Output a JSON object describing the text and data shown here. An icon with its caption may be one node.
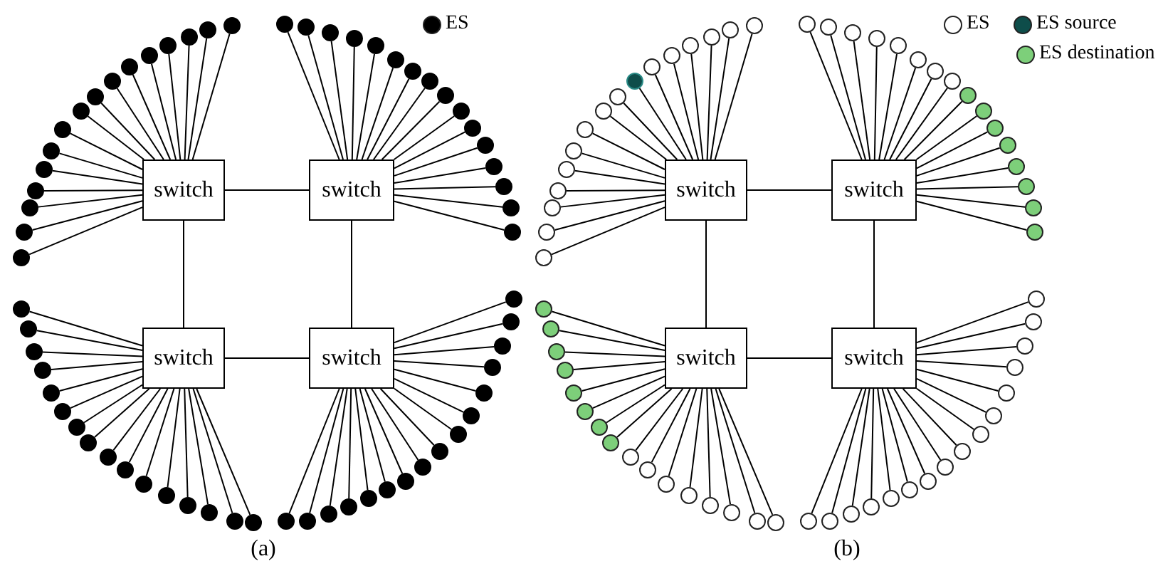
{
  "diagram": {
    "nodes": [
      {
        "text": [
          "switch"
        ]
      },
      {
        "text": [
          "switch"
        ]
      },
      {
        "text": [
          "switch"
        ]
      },
      {
        "text": [
          "switch"
        ]
      },
      {
        "text": [],
        "shape": "circle"
      },
      {
        "text": [],
        "shape": "circle"
      },
      {
        "text": [],
        "shape": "circle"
      },
      {
        "text": [],
        "shape": "circle"
      },
      {
        "text": [],
        "shape": "circle"
      },
      {
        "text": [],
        "shape": "circle"
      },
      {
        "text": [],
        "shape": "circle"
      },
      {
        "text": [],
        "shape": "circle"
      },
      {
        "text": [],
        "shape": "circle"
      },
      {
        "text": [],
        "shape": "circle"
      },
      {
        "text": [],
        "shape": "circle"
      },
      {
        "text": [],
        "shape": "circle"
      },
      {
        "text": [],
        "shape": "circle"
      },
      {
        "text": [],
        "shape": "circle"
      },
      {
        "text": [],
        "shape": "circle"
      },
      {
        "text": [],
        "shape": "circle"
      },
      {
        "text": [],
        "shape": "circle"
      },
      {
        "text": [],
        "shape": "circle"
      },
      {
        "text": [],
        "shape": "circle"
      },
      {
        "text": [],
        "shape": "circle"
      },
      {
        "text": [],
        "shape": "circle"
      },
      {
        "text": [],
        "shape": "circle"
      },
      {
        "text": [],
        "shape": "circle"
      },
      {
        "text": [],
        "shape": "circle"
      },
      {
        "text": [],
        "shape": "circle"
      },
      {
        "text": [],
        "shape": "circle"
      },
      {
        "text": [],
        "shape": "circle"
      },
      {
        "text": [],
        "shape": "circle"
      },
      {
        "text": [],
        "shape": "circle"
      },
      {
        "text": [],
        "shape": "circle"
      },
      {
        "text": [],
        "shape": "circle"
      },
      {
        "text": [],
        "shape": "circle"
      },
      {
        "text": [],
        "shape": "circle"
      },
      {
        "text": [],
        "shape": "circle"
      },
      {
        "text": [],
        "shape": "circle"
      },
      {
        "text": [],
        "shape": "circle"
      },
      {
        "text": [],
        "shape": "circle"
      },
      {
        "text": [],
        "shape": "circle"
      },
      {
        "text": [],
        "shape": "circle"
      },
      {
        "text": [],
        "shape": "circle"
      },
      {
        "text": [],
        "shape": "circle"
      },
      {
        "text": [],
        "shape": "circle"
      },
      {
        "text": [],
        "shape": "circle"
      },
      {
        "text": [],
        "shape": "circle"
      },
      {
        "text": [],
        "shape": "circle"
      },
      {
        "text": [],
        "shape": "circle"
      },
      {
        "text": [],
        "shape": "circle"
      },
      {
        "text": [],
        "shape": "circle"
      },
      {
        "text": [],
        "shape": "circle"
      },
      {
        "text": [],
        "shape": "circle"
      },
      {
        "text": [],
        "shape": "circle"
      },
      {
        "text": [],
        "shape": "circle"
      },
      {
        "text": [],
        "shape": "circle"
      },
      {
        "text": [],
        "shape": "circle"
      },
      {
        "text": [],
        "shape": "circle"
      },
      {
        "text": [],
        "shape": "circle"
      },
      {
        "text": [],
        "shape": "circle"
      },
      {
        "text": [],
        "shape": "circle"
      },
      {
        "text": [],
        "shape": "circle"
      },
      {
        "text": [],
        "shape": "circle"
      },
      {
        "text": [],
        "shape": "circle"
      },
      {
        "text": [],
        "shape": "circle"
      },
      {
        "text": [],
        "shape": "circle"
      },
      {
        "text": [],
        "shape": "circle"
      },
      {
        "text": [
          "switch"
        ]
      },
      {
        "text": [
          "switch"
        ]
      },
      {
        "text": [
          "switch"
        ]
      },
      {
        "text": [
          "switch"
        ]
      },
      {
        "text": [],
        "shape": "circle"
      },
      {
        "text": [],
        "shape": "circle"
      },
      {
        "text": [],
        "shape": "circle"
      },
      {
        "text": [],
        "shape": "circle"
      },
      {
        "text": [],
        "shape": "circle"
      },
      {
        "text": [],
        "shape": "circle"
      },
      {
        "text": [],
        "shape": "circle"
      },
      {
        "text": [],
        "shape": "circle"
      },
      {
        "text": [],
        "shape": "circle"
      },
      {
        "text": [],
        "shape": "circle"
      },
      {
        "text": [],
        "shape": "circle"
      },
      {
        "text": [],
        "shape": "circle"
      },
      {
        "text": [],
        "shape": "circle"
      },
      {
        "text": [],
        "shape": "circle"
      },
      {
        "text": [],
        "shape": "circle"
      },
      {
        "text": [],
        "shape": "circle"
      },
      {
        "text": [],
        "shape": "circle"
      },
      {
        "text": [],
        "shape": "circle"
      },
      {
        "text": [],
        "shape": "circle"
      },
      {
        "text": [],
        "shape": "circle"
      },
      {
        "text": [],
        "shape": "circle"
      },
      {
        "text": [],
        "shape": "circle"
      },
      {
        "text": [],
        "shape": "circle"
      },
      {
        "text": [],
        "shape": "circle"
      },
      {
        "text": [],
        "shape": "circle"
      },
      {
        "text": [],
        "shape": "circle"
      },
      {
        "text": [],
        "shape": "circle"
      },
      {
        "text": [],
        "shape": "circle"
      },
      {
        "text": [],
        "shape": "circle"
      },
      {
        "text": [],
        "shape": "circle"
      },
      {
        "text": [],
        "shape": "circle"
      },
      {
        "text": [],
        "shape": "circle"
      },
      {
        "text": [],
        "shape": "circle"
      },
      {
        "text": [],
        "shape": "circle"
      },
      {
        "text": [],
        "shape": "circle"
      },
      {
        "text": [],
        "shape": "circle"
      },
      {
        "text": [],
        "shape": "circle"
      },
      {
        "text": [],
        "shape": "circle"
      },
      {
        "text": [],
        "shape": "circle"
      },
      {
        "text": [],
        "shape": "circle"
      },
      {
        "text": [],
        "shape": "circle"
      },
      {
        "text": [],
        "shape": "circle"
      },
      {
        "text": [],
        "shape": "circle"
      },
      {
        "text": [],
        "shape": "circle"
      },
      {
        "text": [],
        "shape": "circle"
      },
      {
        "text": [],
        "shape": "circle"
      },
      {
        "text": [],
        "shape": "circle"
      },
      {
        "text": [],
        "shape": "circle"
      },
      {
        "text": [],
        "shape": "circle"
      },
      {
        "text": [],
        "shape": "circle"
      },
      {
        "text": [],
        "shape": "circle"
      },
      {
        "text": [],
        "shape": "circle"
      },
      {
        "text": [],
        "shape": "circle"
      },
      {
        "text": [],
        "shape": "circle"
      },
      {
        "text": [],
        "shape": "circle"
      },
      {
        "text": [],
        "shape": "circle"
      },
      {
        "text": [],
        "shape": "circle"
      },
      {
        "text": [],
        "shape": "circle"
      },
      {
        "text": [],
        "shape": "circle"
      },
      {
        "text": [],
        "shape": "circle"
      },
      {
        "text": [],
        "shape": "circle"
      },
      {
        "text": [],
        "shape": "circle"
      },
      {
        "text": [],
        "shape": "circle"
      },
      {
        "text": [],
        "shape": "circle"
      }
    ],
    "edges": [
      {
        "from": 0,
        "to": 1,
        "arrow": "none"
      },
      {
        "from": 0,
        "to": 2,
        "arrow": "none"
      },
      {
        "from": 1,
        "to": 3,
        "arrow": "none"
      },
      {
        "from": 2,
        "to": 3,
        "arrow": "none"
      },
      {
        "from": 0,
        "to": 4,
        "arrow": "none"
      },
      {
        "from": 0,
        "to": 5,
        "arrow": "none"
      },
      {
        "from": 0,
        "to": 6,
        "arrow": "none"
      },
      {
        "from": 0,
        "to": 7,
        "arrow": "none"
      },
      {
        "from": 0,
        "to": 8,
        "arrow": "none"
      },
      {
        "from": 0,
        "to": 9,
        "arrow": "none"
      },
      {
        "from": 0,
        "to": 10,
        "arrow": "none"
      },
      {
        "from": 0,
        "to": 11,
        "arrow": "none"
      },
      {
        "from": 0,
        "to": 12,
        "arrow": "none"
      },
      {
        "from": 0,
        "to": 13,
        "arrow": "none"
      },
      {
        "from": 0,
        "to": 14,
        "arrow": "none"
      },
      {
        "from": 0,
        "to": 15,
        "arrow": "none"
      },
      {
        "from": 0,
        "to": 16,
        "arrow": "none"
      },
      {
        "from": 0,
        "to": 17,
        "arrow": "none"
      },
      {
        "from": 0,
        "to": 18,
        "arrow": "none"
      },
      {
        "from": 0,
        "to": 19,
        "arrow": "none"
      },
      {
        "from": 1,
        "to": 20,
        "arrow": "none"
      },
      {
        "from": 1,
        "to": 21,
        "arrow": "none"
      },
      {
        "from": 1,
        "to": 22,
        "arrow": "none"
      },
      {
        "from": 1,
        "to": 23,
        "arrow": "none"
      },
      {
        "from": 1,
        "to": 24,
        "arrow": "none"
      },
      {
        "from": 1,
        "to": 25,
        "arrow": "none"
      },
      {
        "from": 1,
        "to": 26,
        "arrow": "none"
      },
      {
        "from": 1,
        "to": 27,
        "arrow": "none"
      },
      {
        "from": 1,
        "to": 28,
        "arrow": "none"
      },
      {
        "from": 1,
        "to": 29,
        "arrow": "none"
      },
      {
        "from": 1,
        "to": 30,
        "arrow": "none"
      },
      {
        "from": 1,
        "to": 31,
        "arrow": "none"
      },
      {
        "from": 1,
        "to": 32,
        "arrow": "none"
      },
      {
        "from": 1,
        "to": 33,
        "arrow": "none"
      },
      {
        "from": 1,
        "to": 34,
        "arrow": "none"
      },
      {
        "from": 1,
        "to": 35,
        "arrow": "none"
      },
      {
        "from": 2,
        "to": 36,
        "arrow": "none"
      },
      {
        "from": 2,
        "to": 37,
        "arrow": "none"
      },
      {
        "from": 2,
        "to": 38,
        "arrow": "none"
      },
      {
        "from": 2,
        "to": 39,
        "arrow": "none"
      },
      {
        "from": 2,
        "to": 40,
        "arrow": "none"
      },
      {
        "from": 2,
        "to": 41,
        "arrow": "none"
      },
      {
        "from": 2,
        "to": 42,
        "arrow": "none"
      },
      {
        "from": 2,
        "to": 43,
        "arrow": "none"
      },
      {
        "from": 2,
        "to": 44,
        "arrow": "none"
      },
      {
        "from": 2,
        "to": 45,
        "arrow": "none"
      },
      {
        "from": 2,
        "to": 46,
        "arrow": "none"
      },
      {
        "from": 2,
        "to": 47,
        "arrow": "none"
      },
      {
        "from": 2,
        "to": 48,
        "arrow": "none"
      },
      {
        "from": 2,
        "to": 49,
        "arrow": "none"
      },
      {
        "from": 2,
        "to": 50,
        "arrow": "none"
      },
      {
        "from": 2,
        "to": 51,
        "arrow": "none"
      },
      {
        "from": 3,
        "to": 52,
        "arrow": "none"
      },
      {
        "from": 3,
        "to": 53,
        "arrow": "none"
      },
      {
        "from": 3,
        "to": 54,
        "arrow": "none"
      },
      {
        "from": 3,
        "to": 55,
        "arrow": "none"
      },
      {
        "from": 3,
        "to": 56,
        "arrow": "none"
      },
      {
        "from": 3,
        "to": 57,
        "arrow": "none"
      },
      {
        "from": 3,
        "to": 58,
        "arrow": "none"
      },
      {
        "from": 3,
        "to": 59,
        "arrow": "none"
      },
      {
        "from": 3,
        "to": 60,
        "arrow": "none"
      },
      {
        "from": 3,
        "to": 61,
        "arrow": "none"
      },
      {
        "from": 3,
        "to": 62,
        "arrow": "none"
      },
      {
        "from": 3,
        "to": 63,
        "arrow": "none"
      },
      {
        "from": 3,
        "to": 64,
        "arrow": "none"
      },
      {
        "from": 3,
        "to": 65,
        "arrow": "none"
      },
      {
        "from": 3,
        "to": 66,
        "arrow": "none"
      },
      {
        "from": 3,
        "to": 67,
        "arrow": "none"
      },
      {
        "from": 68,
        "to": 69,
        "arrow": "none"
      },
      {
        "from": 68,
        "to": 70,
        "arrow": "none"
      },
      {
        "from": 69,
        "to": 71,
        "arrow": "none"
      },
      {
        "from": 70,
        "to": 71,
        "arrow": "none"
      },
      {
        "from": 68,
        "to": 72,
        "arrow": "none"
      },
      {
        "from": 68,
        "to": 73,
        "arrow": "none"
      },
      {
        "from": 68,
        "to": 74,
        "arrow": "none"
      },
      {
        "from": 68,
        "to": 75,
        "arrow": "none"
      },
      {
        "from": 68,
        "to": 76,
        "arrow": "none"
      },
      {
        "from": 68,
        "to": 77,
        "arrow": "none"
      },
      {
        "from": 68,
        "to": 78,
        "arrow": "none"
      },
      {
        "from": 68,
        "to": 79,
        "arrow": "none"
      },
      {
        "from": 68,
        "to": 80,
        "arrow": "none"
      },
      {
        "from": 68,
        "to": 81,
        "arrow": "none"
      },
      {
        "from": 68,
        "to": 82,
        "arrow": "none"
      },
      {
        "from": 68,
        "to": 83,
        "arrow": "none"
      },
      {
        "from": 68,
        "to": 84,
        "arrow": "none"
      },
      {
        "from": 68,
        "to": 85,
        "arrow": "none"
      },
      {
        "from": 68,
        "to": 86,
        "arrow": "none"
      },
      {
        "from": 68,
        "to": 87,
        "arrow": "none"
      },
      {
        "from": 69,
        "to": 88,
        "arrow": "none"
      },
      {
        "from": 69,
        "to": 89,
        "arrow": "none"
      },
      {
        "from": 69,
        "to": 90,
        "arrow": "none"
      },
      {
        "from": 69,
        "to": 91,
        "arrow": "none"
      },
      {
        "from": 69,
        "to": 92,
        "arrow": "none"
      },
      {
        "from": 69,
        "to": 93,
        "arrow": "none"
      },
      {
        "from": 69,
        "to": 94,
        "arrow": "none"
      },
      {
        "from": 69,
        "to": 95,
        "arrow": "none"
      },
      {
        "from": 69,
        "to": 96,
        "arrow": "none"
      },
      {
        "from": 69,
        "to": 97,
        "arrow": "none"
      },
      {
        "from": 69,
        "to": 98,
        "arrow": "none"
      },
      {
        "from": 69,
        "to": 99,
        "arrow": "none"
      },
      {
        "from": 69,
        "to": 100,
        "arrow": "none"
      },
      {
        "from": 69,
        "to": 101,
        "arrow": "none"
      },
      {
        "from": 69,
        "to": 102,
        "arrow": "none"
      },
      {
        "from": 69,
        "to": 103,
        "arrow": "none"
      },
      {
        "from": 70,
        "to": 104,
        "arrow": "none"
      },
      {
        "from": 70,
        "to": 105,
        "arrow": "none"
      },
      {
        "from": 70,
        "to": 106,
        "arrow": "none"
      },
      {
        "from": 70,
        "to": 107,
        "arrow": "none"
      },
      {
        "from": 70,
        "to": 108,
        "arrow": "none"
      },
      {
        "from": 70,
        "to": 109,
        "arrow": "none"
      },
      {
        "from": 70,
        "to": 110,
        "arrow": "none"
      },
      {
        "from": 70,
        "to": 111,
        "arrow": "none"
      },
      {
        "from": 70,
        "to": 112,
        "arrow": "none"
      },
      {
        "from": 70,
        "to": 113,
        "arrow": "none"
      },
      {
        "from": 70,
        "to": 114,
        "arrow": "none"
      },
      {
        "from": 70,
        "to": 115,
        "arrow": "none"
      },
      {
        "from": 70,
        "to": 116,
        "arrow": "none"
      },
      {
        "from": 70,
        "to": 117,
        "arrow": "none"
      },
      {
        "from": 70,
        "to": 118,
        "arrow": "none"
      },
      {
        "from": 70,
        "to": 119,
        "arrow": "none"
      },
      {
        "from": 71,
        "to": 120,
        "arrow": "none"
      },
      {
        "from": 71,
        "to": 121,
        "arrow": "none"
      },
      {
        "from": 71,
        "to": 122,
        "arrow": "none"
      },
      {
        "from": 71,
        "to": 123,
        "arrow": "none"
      },
      {
        "from": 71,
        "to": 124,
        "arrow": "none"
      },
      {
        "from": 71,
        "to": 125,
        "arrow": "none"
      },
      {
        "from": 71,
        "to": 126,
        "arrow": "none"
      },
      {
        "from": 71,
        "to": 127,
        "arrow": "none"
      },
      {
        "from": 71,
        "to": 128,
        "arrow": "none"
      },
      {
        "from": 71,
        "to": 129,
        "arrow": "none"
      },
      {
        "from": 71,
        "to": 130,
        "arrow": "none"
      },
      {
        "from": 71,
        "to": 131,
        "arrow": "none"
      },
      {
        "from": 71,
        "to": 132,
        "arrow": "none"
      },
      {
        "from": 71,
        "to": 133,
        "arrow": "none"
      },
      {
        "from": 71,
        "to": 134,
        "arrow": "none"
      },
      {
        "from": 71,
        "to": 135,
        "arrow": "none"
      }
    ],
    "labels": [
      "(a)",
      "(b)"
    ],
    "legend": [
      {
        "text": "ES",
        "color": "#000000"
      },
      {
        "text": "ES",
        "color": "#ffffff"
      },
      {
        "text": "ES source",
        "color": "#0e4d4a"
      },
      {
        "text": "ES destination",
        "color": "#7dcf7a"
      }
    ]
  }
}
